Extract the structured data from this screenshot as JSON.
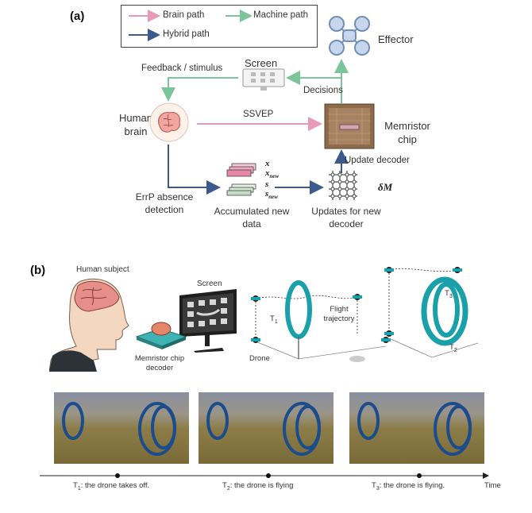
{
  "panel_a": {
    "tag": "(a)",
    "legend": {
      "brain_path": "Brain path",
      "machine_path": "Machine path",
      "hybrid_path": "Hybrid path"
    },
    "effector_label": "Effector",
    "screen_label": "Screen",
    "feedback_label": "Feedback / stimulus",
    "decisions_label": "Decisions",
    "human_brain_label": "Human brain",
    "ssvep_label": "SSVEP",
    "memristor_label": "Memristor chip",
    "update_decoder_label": "Update decoder",
    "errp_label": "ErrP absence detection",
    "accumulated_label": "Accumulated new data",
    "updates_label": "Updates for new decoder",
    "delta_m": "δM",
    "data_x": "x",
    "data_xnew": "new",
    "data_s": "s",
    "data_snew": "new"
  },
  "panel_b": {
    "tag": "(b)",
    "human_subject": "Human subject",
    "screen": "Screen",
    "memristor_decoder": "Memristor chip decoder",
    "drone": "Drone",
    "flight_trajectory": "Flight trajectory",
    "t1": "T",
    "t1_sub": "1",
    "t2": "T",
    "t2_sub": "2",
    "t3": "T",
    "t3_sub": "3"
  },
  "timeline": {
    "caption1_pre": "T",
    "caption1_sub": "1",
    "caption1_post": ": the drone takes off.",
    "caption2_pre": "T",
    "caption2_sub": "2",
    "caption2_post": ": the drone is flying",
    "caption3_pre": "T",
    "caption3_sub": "3",
    "caption3_post": ": the drone is flying.",
    "time_label": "Time"
  },
  "colors": {
    "brain_path": "#e89ab8",
    "machine_path": "#7cc49a",
    "hybrid_path": "#3c5a8c",
    "ring": "#1aa0a8",
    "effector": "#6f8fb8"
  }
}
